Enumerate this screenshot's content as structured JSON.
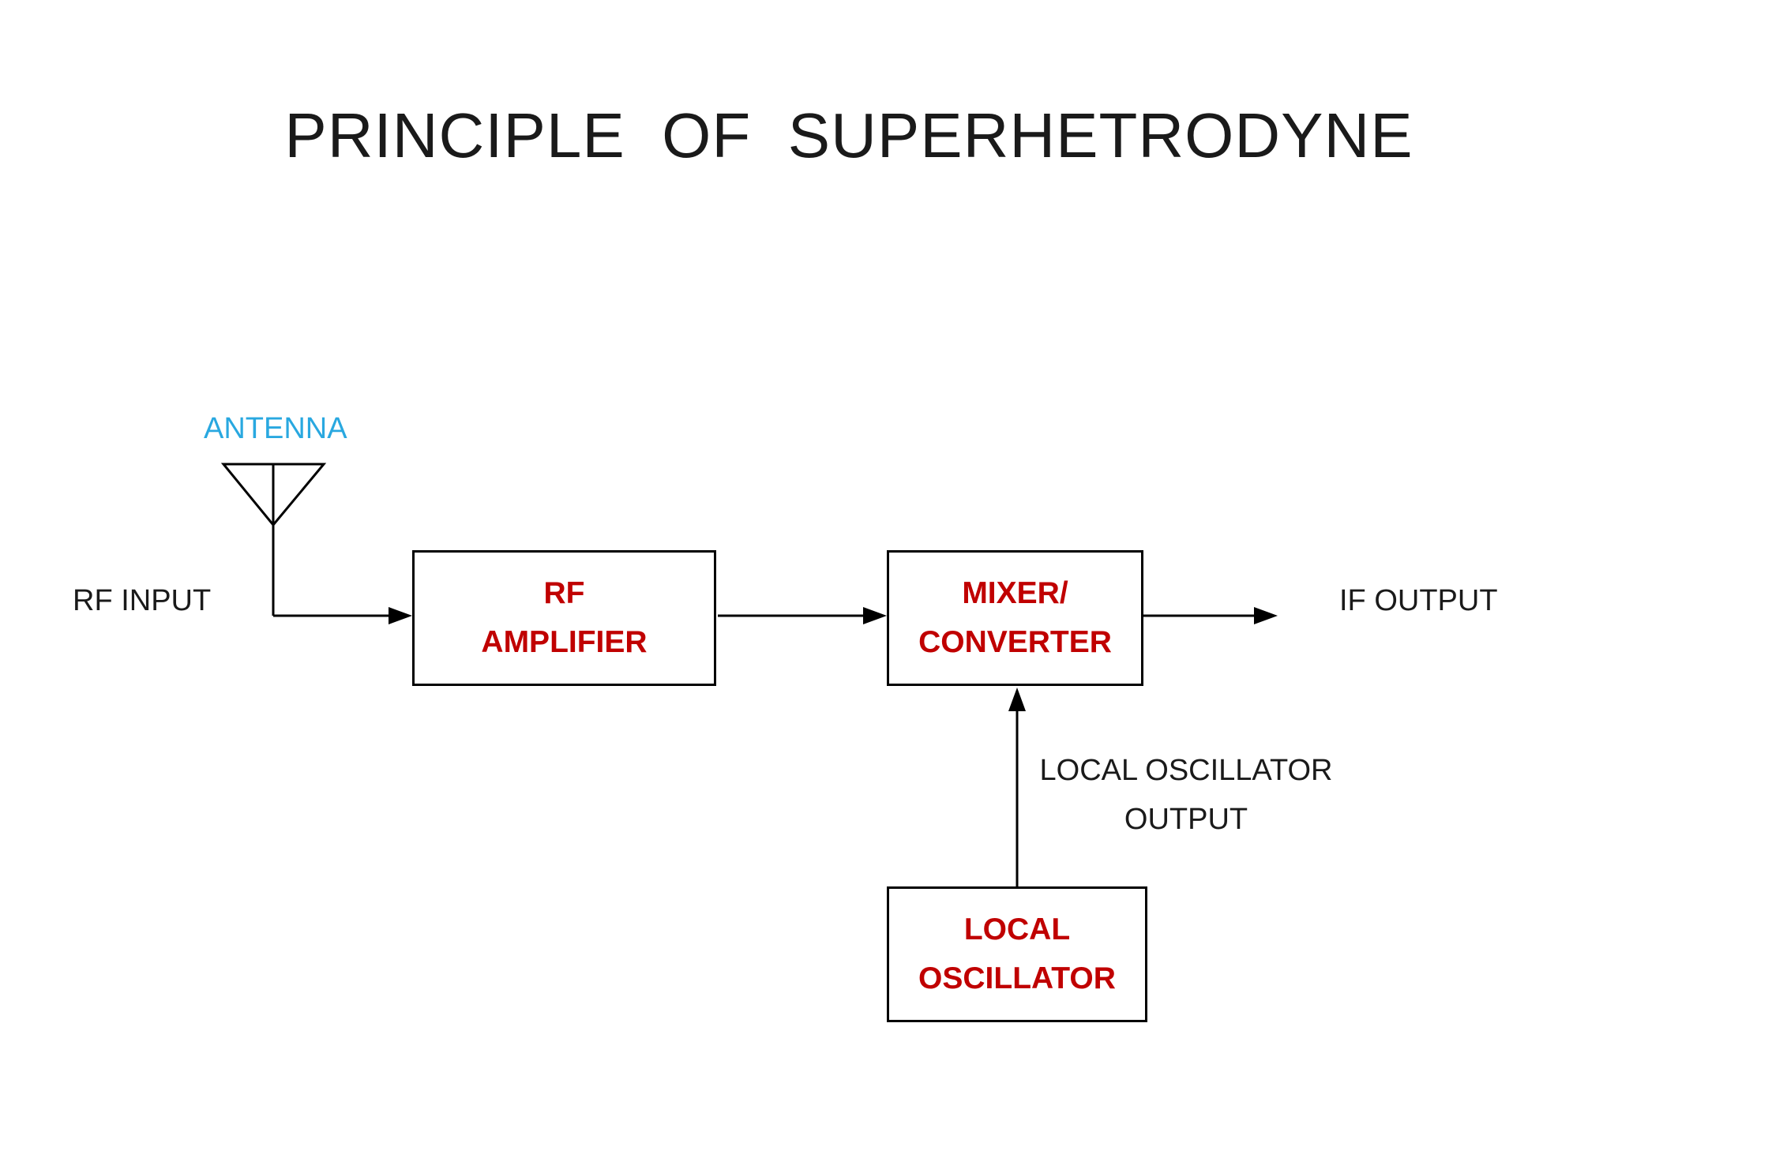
{
  "title": "PRINCIPLE  OF  SUPERHETRODYNE",
  "colors": {
    "block_text": "#c00000",
    "antenna_label": "#29a8e0",
    "line": "#000000",
    "background": "#ffffff"
  },
  "labels": {
    "antenna": "ANTENNA",
    "rf_input": "RF INPUT",
    "if_output": "IF OUTPUT",
    "local_oscillator_output": {
      "line1": "LOCAL OSCILLATOR",
      "line2": "OUTPUT"
    }
  },
  "blocks": {
    "rf_amplifier": {
      "line1": "RF",
      "line2": "AMPLIFIER"
    },
    "mixer_converter": {
      "line1": "MIXER/",
      "line2": "CONVERTER"
    },
    "local_oscillator": {
      "line1": "LOCAL",
      "line2": "OSCILLATOR"
    }
  }
}
